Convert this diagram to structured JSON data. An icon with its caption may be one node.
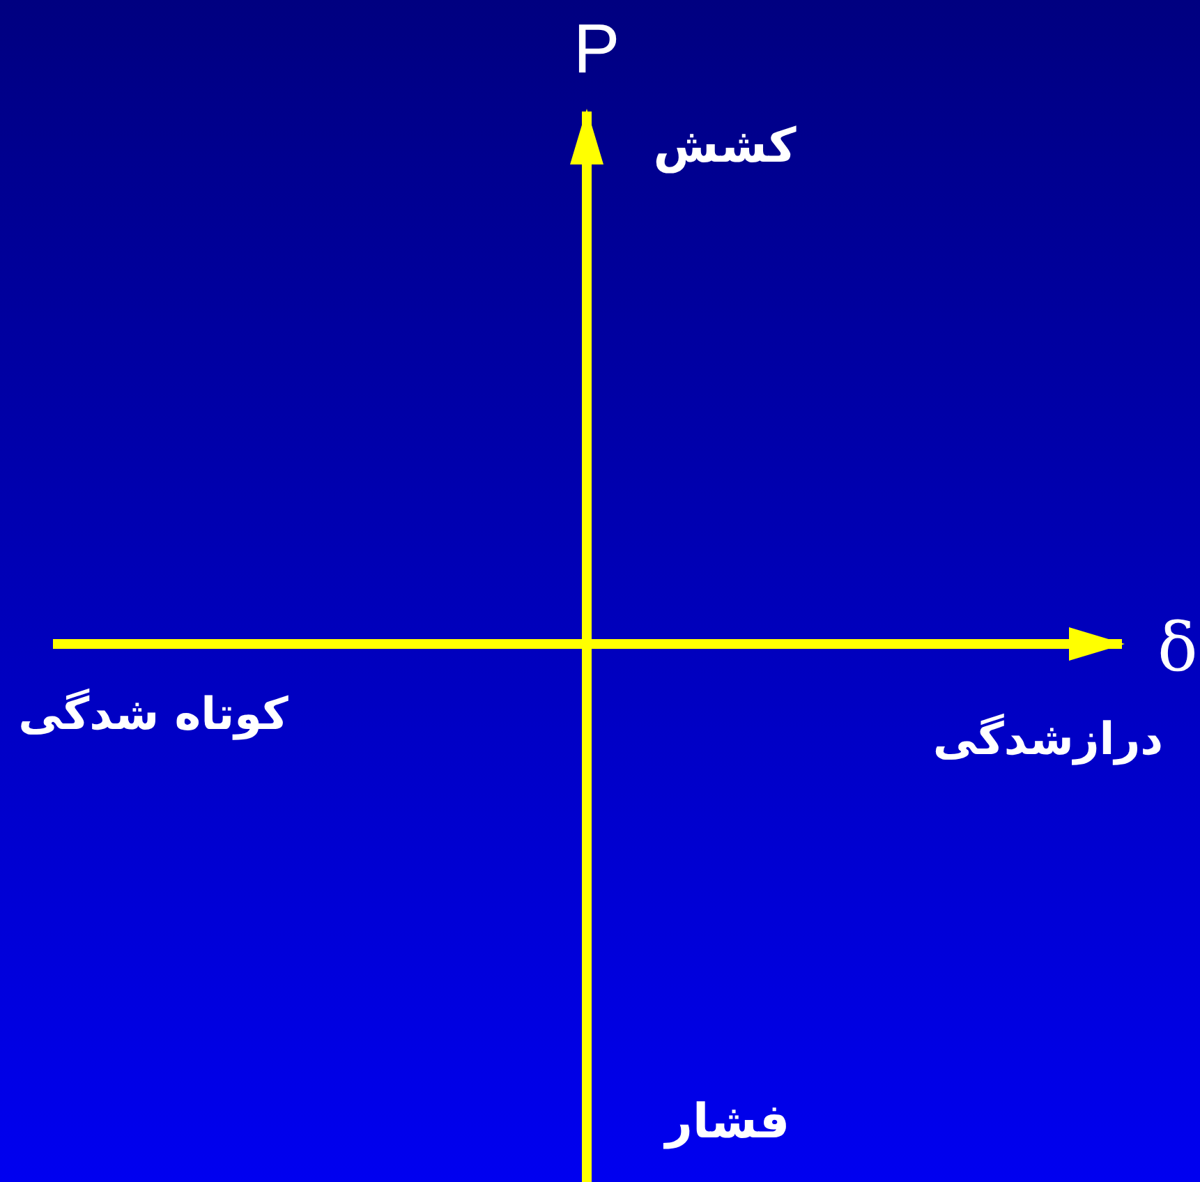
{
  "diagram": {
    "labels": [
      "P",
      "کشش",
      "δ",
      "کوتاه شدگی",
      "درازشدگی",
      "فشار"
    ]
  }
}
